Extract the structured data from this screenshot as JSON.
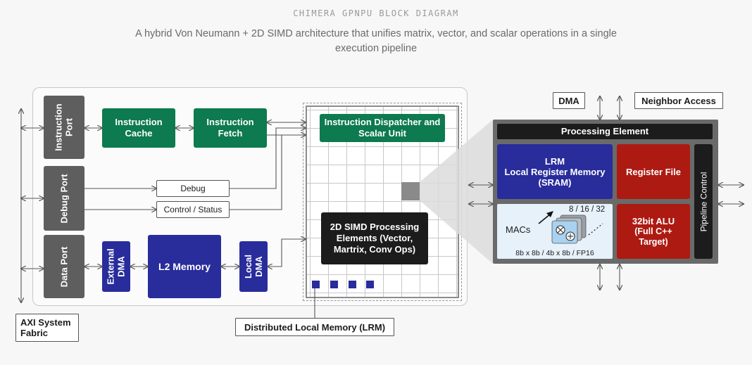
{
  "header": {
    "tag": "CHIMERA GPNPU BLOCK DIAGRAM",
    "subtitle": "A hybrid Von Neumann + 2D SIMD architecture that unifies matrix, vector, and scalar operations in a single execution pipeline"
  },
  "ports": {
    "instruction": "Instruction Port",
    "debug": "Debug Port",
    "data": "Data Port"
  },
  "blocks": {
    "instruction_cache": "Instruction Cache",
    "instruction_fetch": "Instruction Fetch",
    "debug": "Debug",
    "control_status": "Control / Status",
    "external_dma": "External DMA",
    "l2_memory": "L2 Memory",
    "local_dma": "Local DMA",
    "dispatcher": "Instruction Dispatcher and Scalar Unit",
    "simd": "2D SIMD Processing Elements (Vector, Martrix, Conv Ops)"
  },
  "labels": {
    "axi": "AXI System Fabric",
    "lrm_distributed": "Distributed Local Memory (LRM)",
    "dma": "DMA",
    "neighbor": "Neighbor Access"
  },
  "processing_element": {
    "title": "Processing Element",
    "lrm_line1": "LRM",
    "lrm_line2": "Local Register Memory",
    "lrm_line3": "(SRAM)",
    "register_file": "Register File",
    "alu_line1": "32bit ALU",
    "alu_line2": "(Full C++",
    "alu_line3": "Target)",
    "pipeline_control": "Pipeline Control",
    "macs": "MACs",
    "mac_widths": "8 / 16 / 32",
    "mac_precisions": "8b x 8b / 4b x 8b / FP16"
  },
  "colors": {
    "green": "#0d7a4f",
    "navy": "#292c9b",
    "red": "#ad1a12",
    "port_gray": "#5e5e5e",
    "black": "#1c1c1c",
    "macs_bg": "#e6f1fa"
  }
}
